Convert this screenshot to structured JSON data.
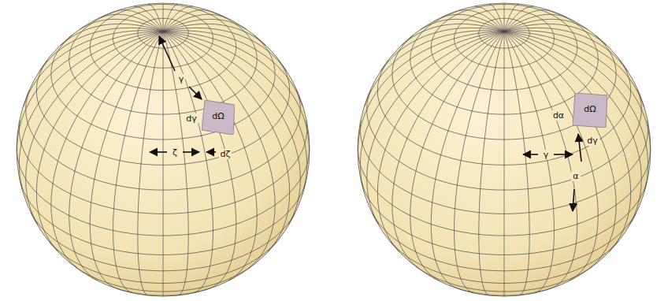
{
  "diagram": {
    "nodes": [
      {
        "text": [
          "dΩ"
        ]
      },
      {
        "text": [
          "dΩ"
        ]
      }
    ],
    "labels": [
      "γ",
      "dγ",
      "ζ",
      "dζ",
      "dα",
      "γ",
      "dγ",
      "α"
    ]
  }
}
